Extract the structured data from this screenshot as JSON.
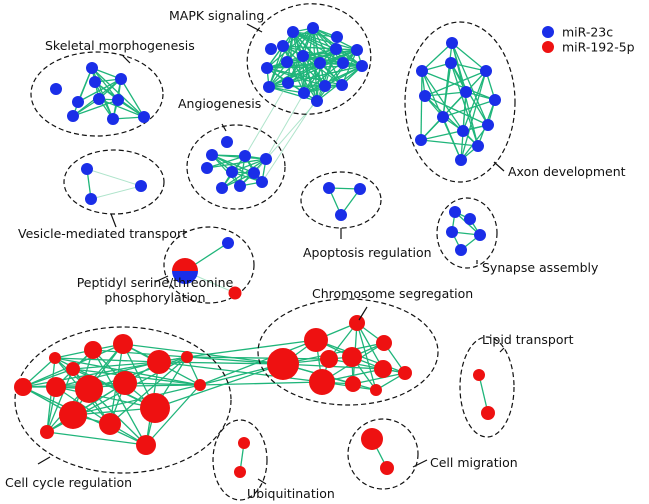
{
  "legend": {
    "items": [
      {
        "label": "miR-23c",
        "color": "#1a2ee8"
      },
      {
        "label": "miR-192-5p",
        "color": "#ee1111"
      }
    ]
  },
  "clusters": [
    {
      "id": "mapk",
      "label": "MAPK signaling",
      "color": "blue"
    },
    {
      "id": "skeletal",
      "label": "Skeletal morphogenesis",
      "color": "blue"
    },
    {
      "id": "angio",
      "label": "Angiogenesis",
      "color": "blue"
    },
    {
      "id": "axon",
      "label": "Axon development",
      "color": "blue"
    },
    {
      "id": "vesicle",
      "label": "Vesicle-mediated transport",
      "color": "blue"
    },
    {
      "id": "apoptosis",
      "label": "Apoptosis regulation",
      "color": "blue"
    },
    {
      "id": "synapse",
      "label": "Synapse assembly",
      "color": "blue"
    },
    {
      "id": "peptidyl",
      "label": [
        "Peptidyl serine/threonine",
        "phosphorylation"
      ],
      "color": "mixed"
    },
    {
      "id": "chromo",
      "label": "Chromosome segregation",
      "color": "red"
    },
    {
      "id": "lipid",
      "label": "Lipid transport",
      "color": "red"
    },
    {
      "id": "cellcycle",
      "label": "Cell cycle regulation",
      "color": "red"
    },
    {
      "id": "ubiq",
      "label": "Ubiquitination",
      "color": "red"
    },
    {
      "id": "migration",
      "label": "Cell migration",
      "color": "red"
    }
  ]
}
